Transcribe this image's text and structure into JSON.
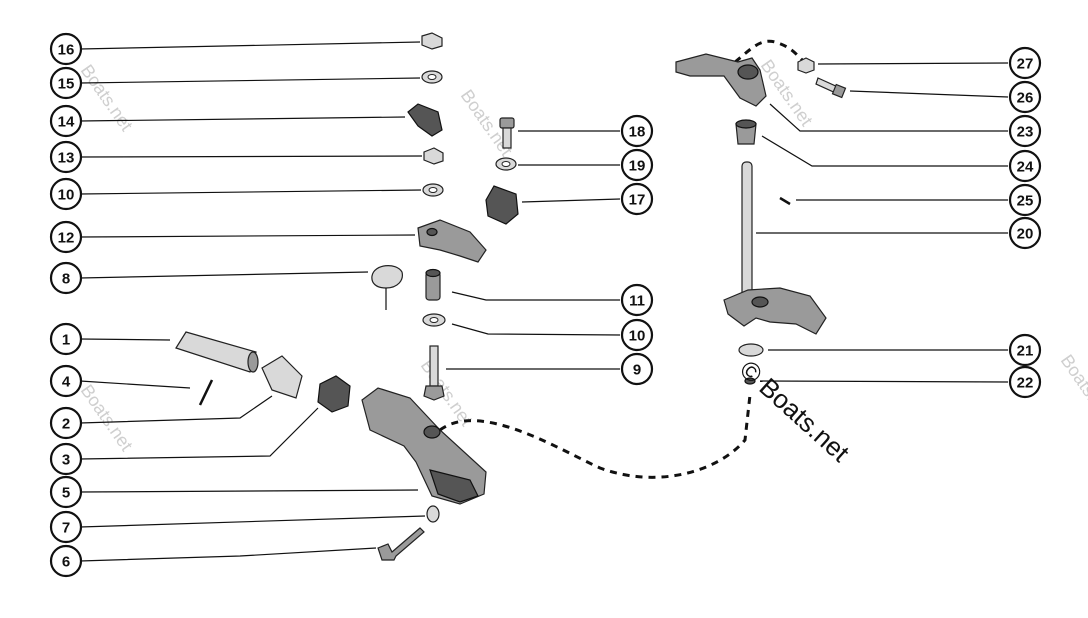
{
  "diagram": {
    "callouts_left": [
      "16",
      "15",
      "14",
      "13",
      "10",
      "12",
      "8",
      "1",
      "4",
      "2",
      "3",
      "5",
      "7",
      "6"
    ],
    "callouts_middle": [
      "18",
      "19",
      "17",
      "11",
      "10",
      "9"
    ],
    "callouts_right": [
      "27",
      "26",
      "23",
      "24",
      "25",
      "20",
      "21",
      "22"
    ],
    "copyright": "© Boats.net",
    "watermark": "Boats.net"
  }
}
